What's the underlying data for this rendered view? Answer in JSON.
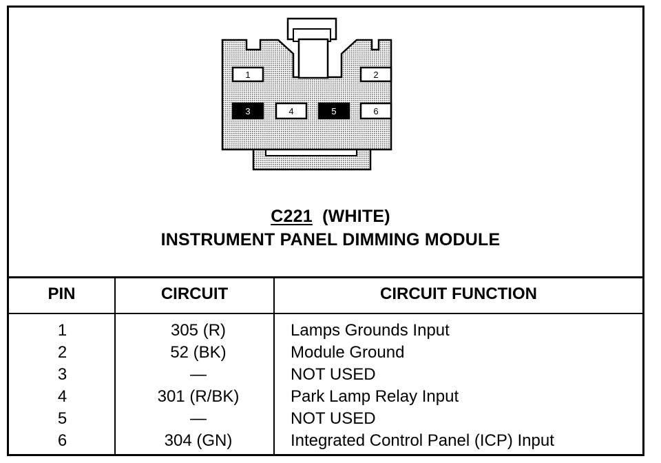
{
  "connector": {
    "id": "C221",
    "color_note": "(WHITE)",
    "title": "INSTRUMENT PANEL DIMMING MODULE",
    "cavities": [
      {
        "pin": "1",
        "filled": false
      },
      {
        "pin": "2",
        "filled": false
      },
      {
        "pin": "3",
        "filled": true
      },
      {
        "pin": "4",
        "filled": false
      },
      {
        "pin": "5",
        "filled": true
      },
      {
        "pin": "6",
        "filled": false
      }
    ]
  },
  "table": {
    "headers": {
      "pin": "PIN",
      "circuit": "CIRCUIT",
      "function": "CIRCUIT FUNCTION"
    },
    "rows": [
      {
        "pin": "1",
        "circuit": "305 (R)",
        "function": "Lamps Grounds Input"
      },
      {
        "pin": "2",
        "circuit": "52 (BK)",
        "function": "Module Ground"
      },
      {
        "pin": "3",
        "circuit": "—",
        "function": "NOT USED"
      },
      {
        "pin": "4",
        "circuit": "301 (R/BK)",
        "function": "Park Lamp Relay Input"
      },
      {
        "pin": "5",
        "circuit": "—",
        "function": "NOT USED"
      },
      {
        "pin": "6",
        "circuit": "304 (GN)",
        "function": "Integrated Control Panel (ICP) Input"
      }
    ]
  },
  "colors": {
    "ink": "#000000",
    "body_fill": "#c8c8c8",
    "paper": "#ffffff"
  }
}
